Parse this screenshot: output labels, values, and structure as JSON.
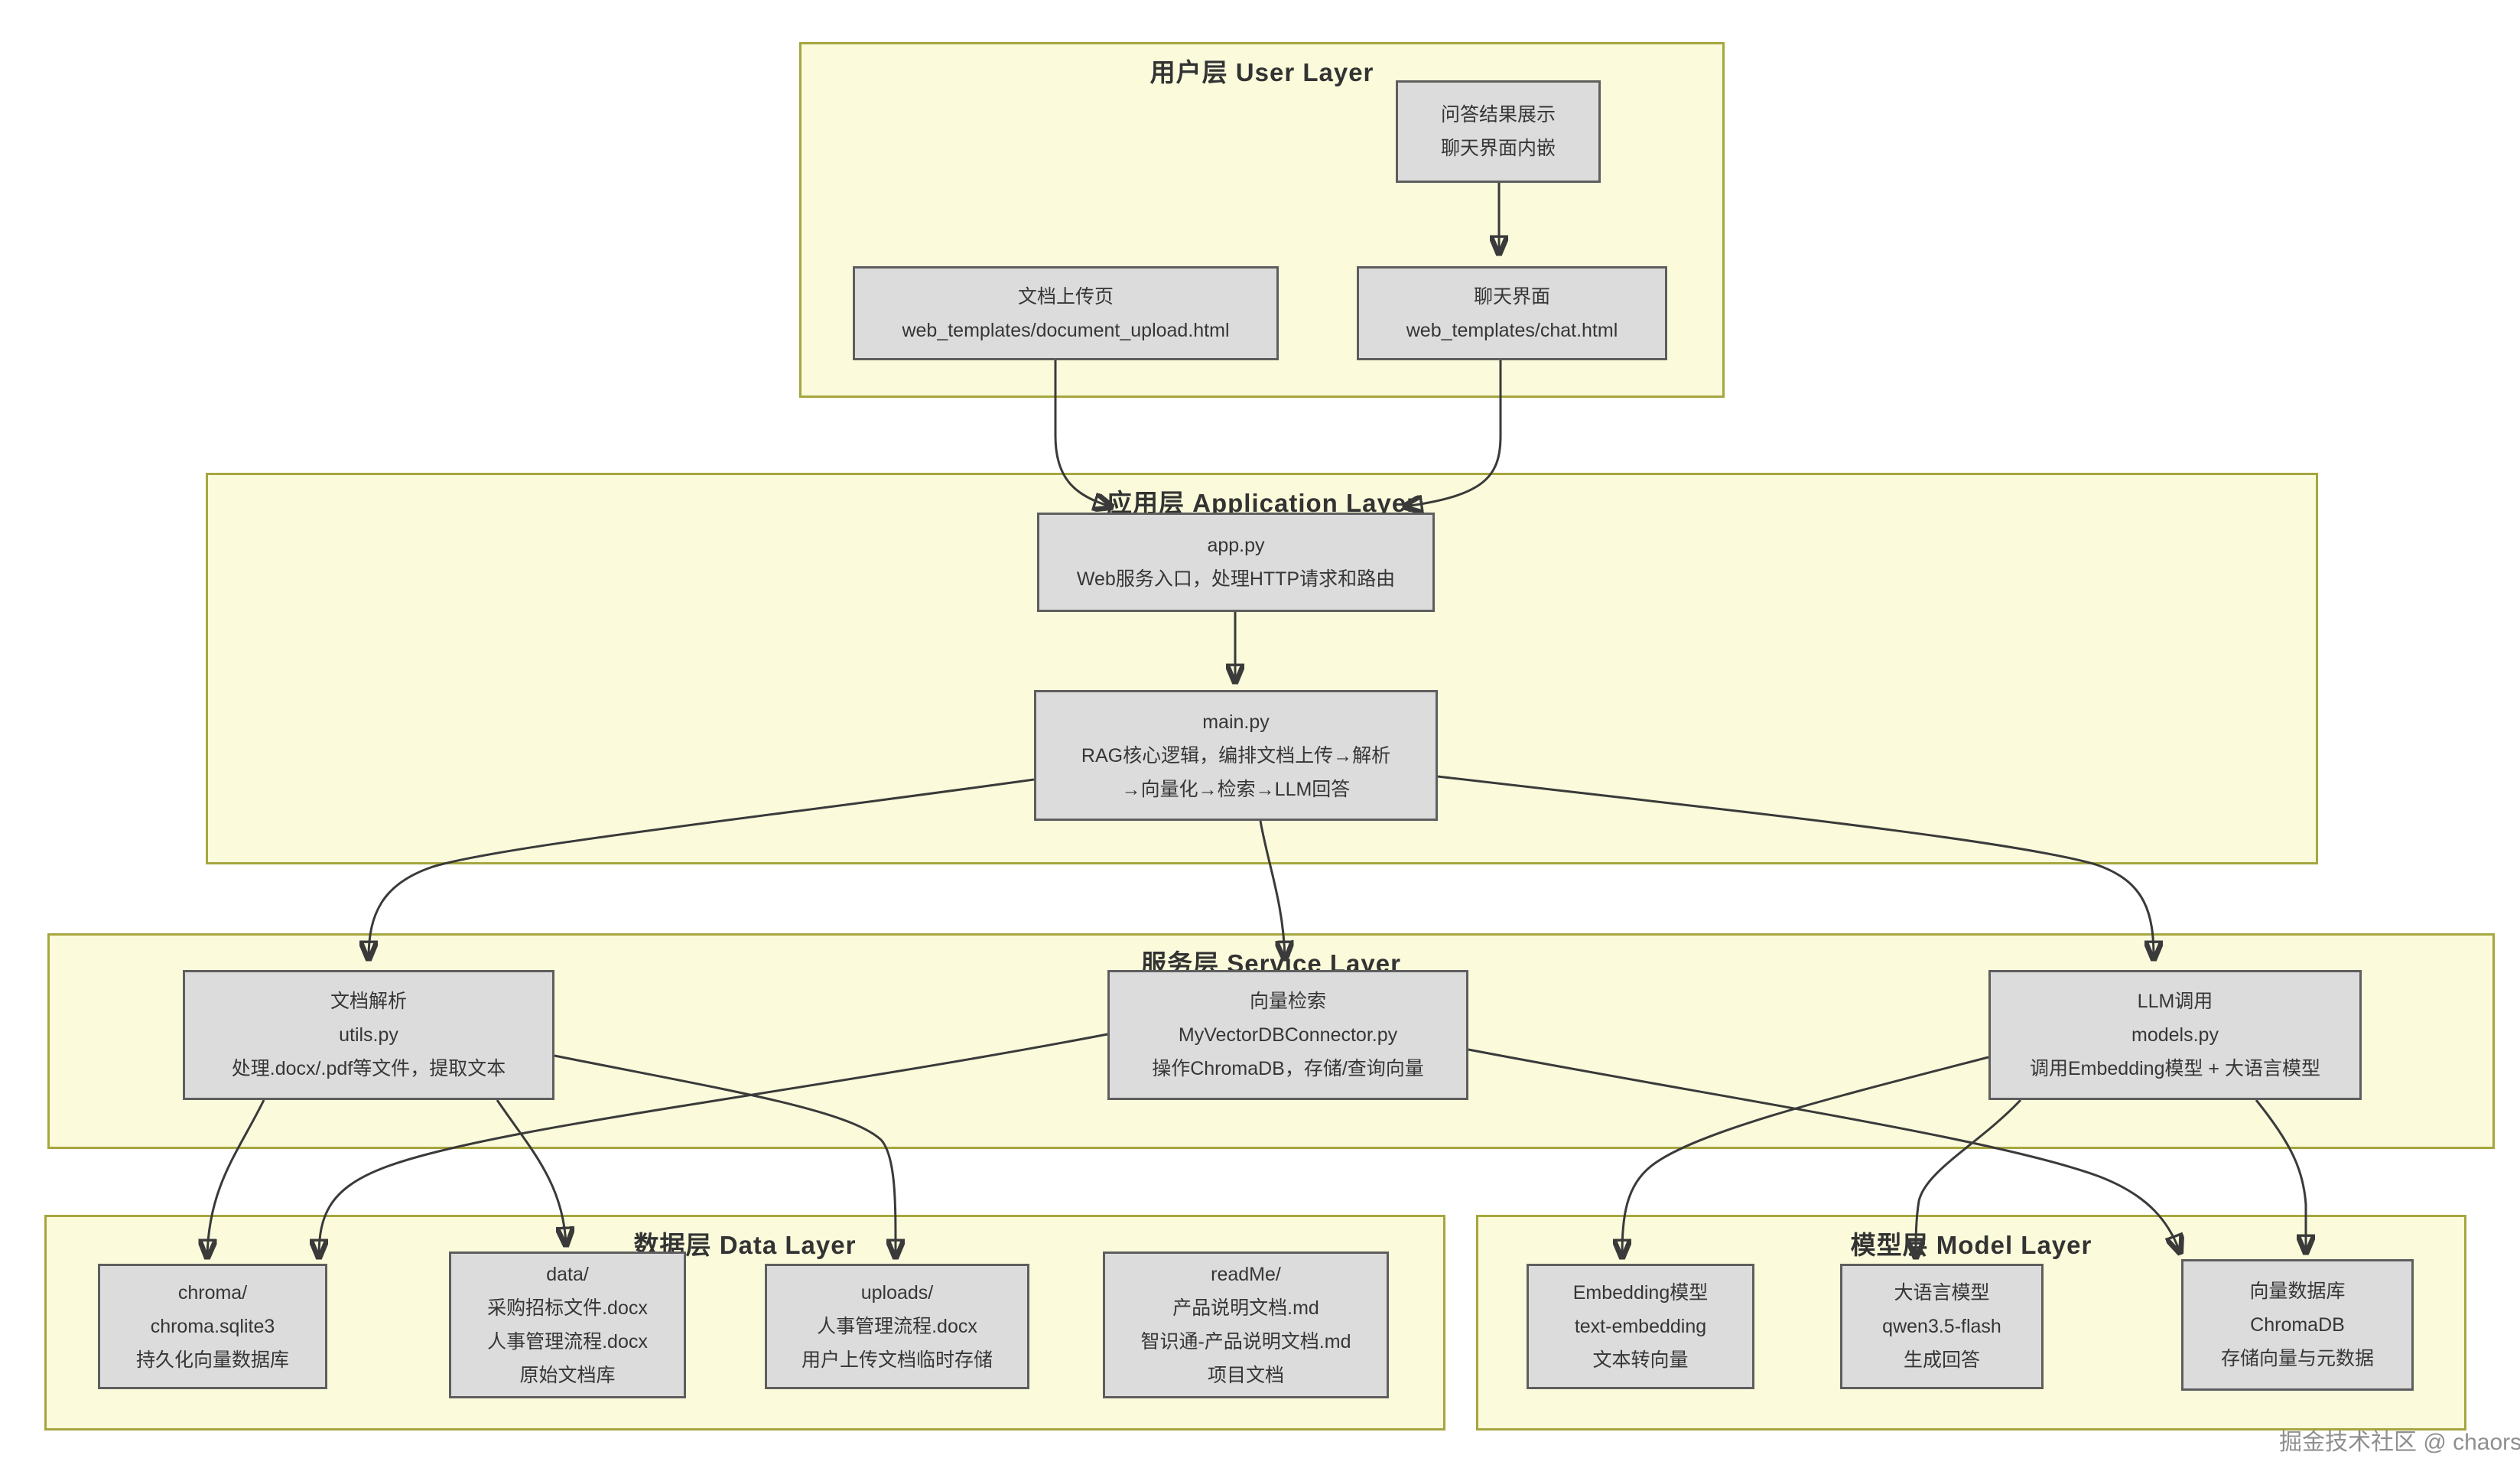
{
  "watermark": "掘金技术社区 @ chaors",
  "colors": {
    "layer_fill": "#FBFBDC",
    "layer_border": "#A6A63F",
    "node_fill": "#DCDCDC",
    "node_border": "#5E5E5E",
    "edge": "#3A3A3A",
    "text": "#363636",
    "watermark": "#8F8F8F"
  },
  "layers": {
    "user": {
      "title": "用户层 User Layer"
    },
    "application": {
      "title": "应用层 Application Layer"
    },
    "service": {
      "title": "服务层 Service Layer"
    },
    "data": {
      "title": "数据层 Data Layer"
    },
    "model": {
      "title": "模型层 Model Layer"
    }
  },
  "nodes": {
    "qa_result": {
      "lines": [
        "问答结果展示",
        "聊天界面内嵌"
      ]
    },
    "upload_page": {
      "lines": [
        "文档上传页",
        "web_templates/document_upload.html"
      ]
    },
    "chat_page": {
      "lines": [
        "聊天界面",
        "web_templates/chat.html"
      ]
    },
    "app_py": {
      "lines": [
        "app.py",
        "Web服务入口，处理HTTP请求和路由"
      ]
    },
    "main_py": {
      "lines": [
        "main.py",
        "RAG核心逻辑，编排文档上传→解析",
        "→向量化→检索→LLM回答"
      ]
    },
    "utils": {
      "lines": [
        "文档解析",
        "utils.py",
        "处理.docx/.pdf等文件，提取文本"
      ]
    },
    "vector_search": {
      "lines": [
        "向量检索",
        "MyVectorDBConnector.py",
        "操作ChromaDB，存储/查询向量"
      ]
    },
    "llm_call": {
      "lines": [
        "LLM调用",
        "models.py",
        "调用Embedding模型 + 大语言模型"
      ]
    },
    "chroma_dir": {
      "lines": [
        "chroma/",
        "chroma.sqlite3",
        "持久化向量数据库"
      ]
    },
    "data_dir": {
      "lines": [
        "data/",
        "采购招标文件.docx",
        "人事管理流程.docx",
        "原始文档库"
      ]
    },
    "uploads_dir": {
      "lines": [
        "uploads/",
        "人事管理流程.docx",
        "用户上传文档临时存储"
      ]
    },
    "readme_dir": {
      "lines": [
        "readMe/",
        "产品说明文档.md",
        "智识通-产品说明文档.md",
        "项目文档"
      ]
    },
    "embedding_model": {
      "lines": [
        "Embedding模型",
        "text-embedding",
        "文本转向量"
      ]
    },
    "llm_model": {
      "lines": [
        "大语言模型",
        "qwen3.5-flash",
        "生成回答"
      ]
    },
    "vector_db": {
      "lines": [
        "向量数据库",
        "ChromaDB",
        "存储向量与元数据"
      ]
    }
  },
  "edges": [
    {
      "from": "问答结果展示",
      "to": "聊天界面"
    },
    {
      "from": "文档上传页",
      "to": "app.py"
    },
    {
      "from": "聊天界面",
      "to": "app.py"
    },
    {
      "from": "app.py",
      "to": "main.py"
    },
    {
      "from": "main.py",
      "to": "文档解析 utils.py"
    },
    {
      "from": "main.py",
      "to": "向量检索 MyVectorDBConnector.py"
    },
    {
      "from": "main.py",
      "to": "LLM调用 models.py"
    },
    {
      "from": "文档解析",
      "to": "chroma/"
    },
    {
      "from": "文档解析",
      "to": "data/"
    },
    {
      "from": "文档解析",
      "to": "uploads/"
    },
    {
      "from": "向量检索",
      "to": "chroma/"
    },
    {
      "from": "向量检索",
      "to": "向量数据库 ChromaDB"
    },
    {
      "from": "LLM调用",
      "to": "Embedding模型"
    },
    {
      "from": "LLM调用",
      "to": "大语言模型"
    },
    {
      "from": "LLM调用",
      "to": "向量数据库 ChromaDB"
    }
  ]
}
